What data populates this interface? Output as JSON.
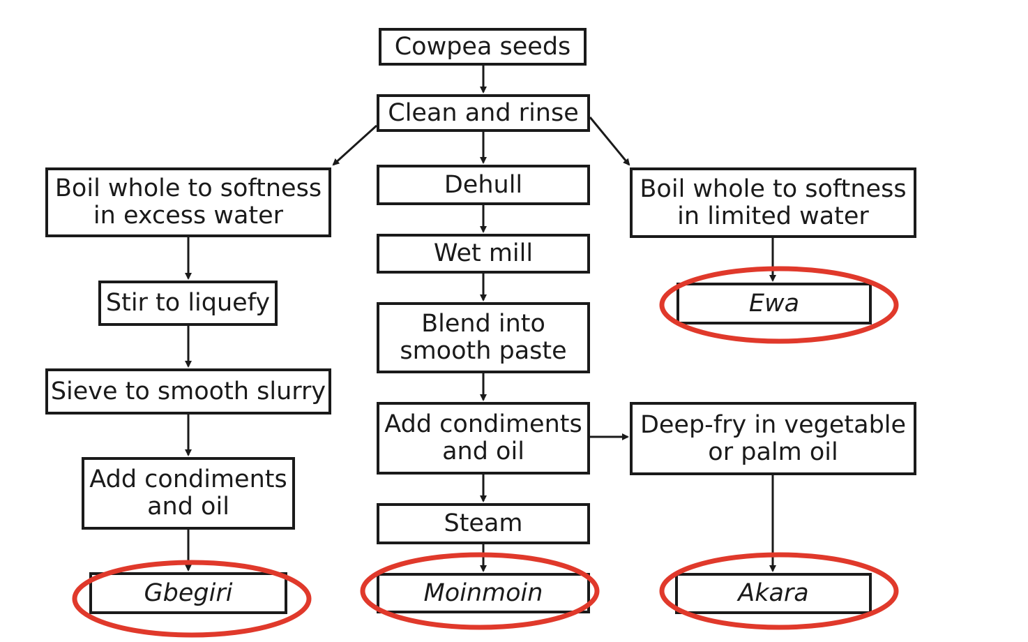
{
  "diagram": {
    "nodes": {
      "cowpea_seeds": "Cowpea seeds",
      "clean_rinse": "Clean and rinse",
      "boil_excess": "Boil whole to softness\nin excess water",
      "stir": "Stir to liquefy",
      "sieve": "Sieve to smooth slurry",
      "add_cond_left": "Add condiments\nand oil",
      "gbegiri": "Gbegiri",
      "dehull": "Dehull",
      "wet_mill": "Wet mill",
      "blend": "Blend into\nsmooth paste",
      "add_cond_mid": "Add condiments\nand oil",
      "steam": "Steam",
      "moinmoin": "Moinmoin",
      "boil_limited": "Boil whole to softness\nin limited water",
      "ewa": "Ewa",
      "deep_fry": "Deep-fry in vegetable\nor palm oil",
      "akara": "Akara"
    },
    "highlight_color": "#e0392b",
    "line_color": "#1a1a1a"
  }
}
